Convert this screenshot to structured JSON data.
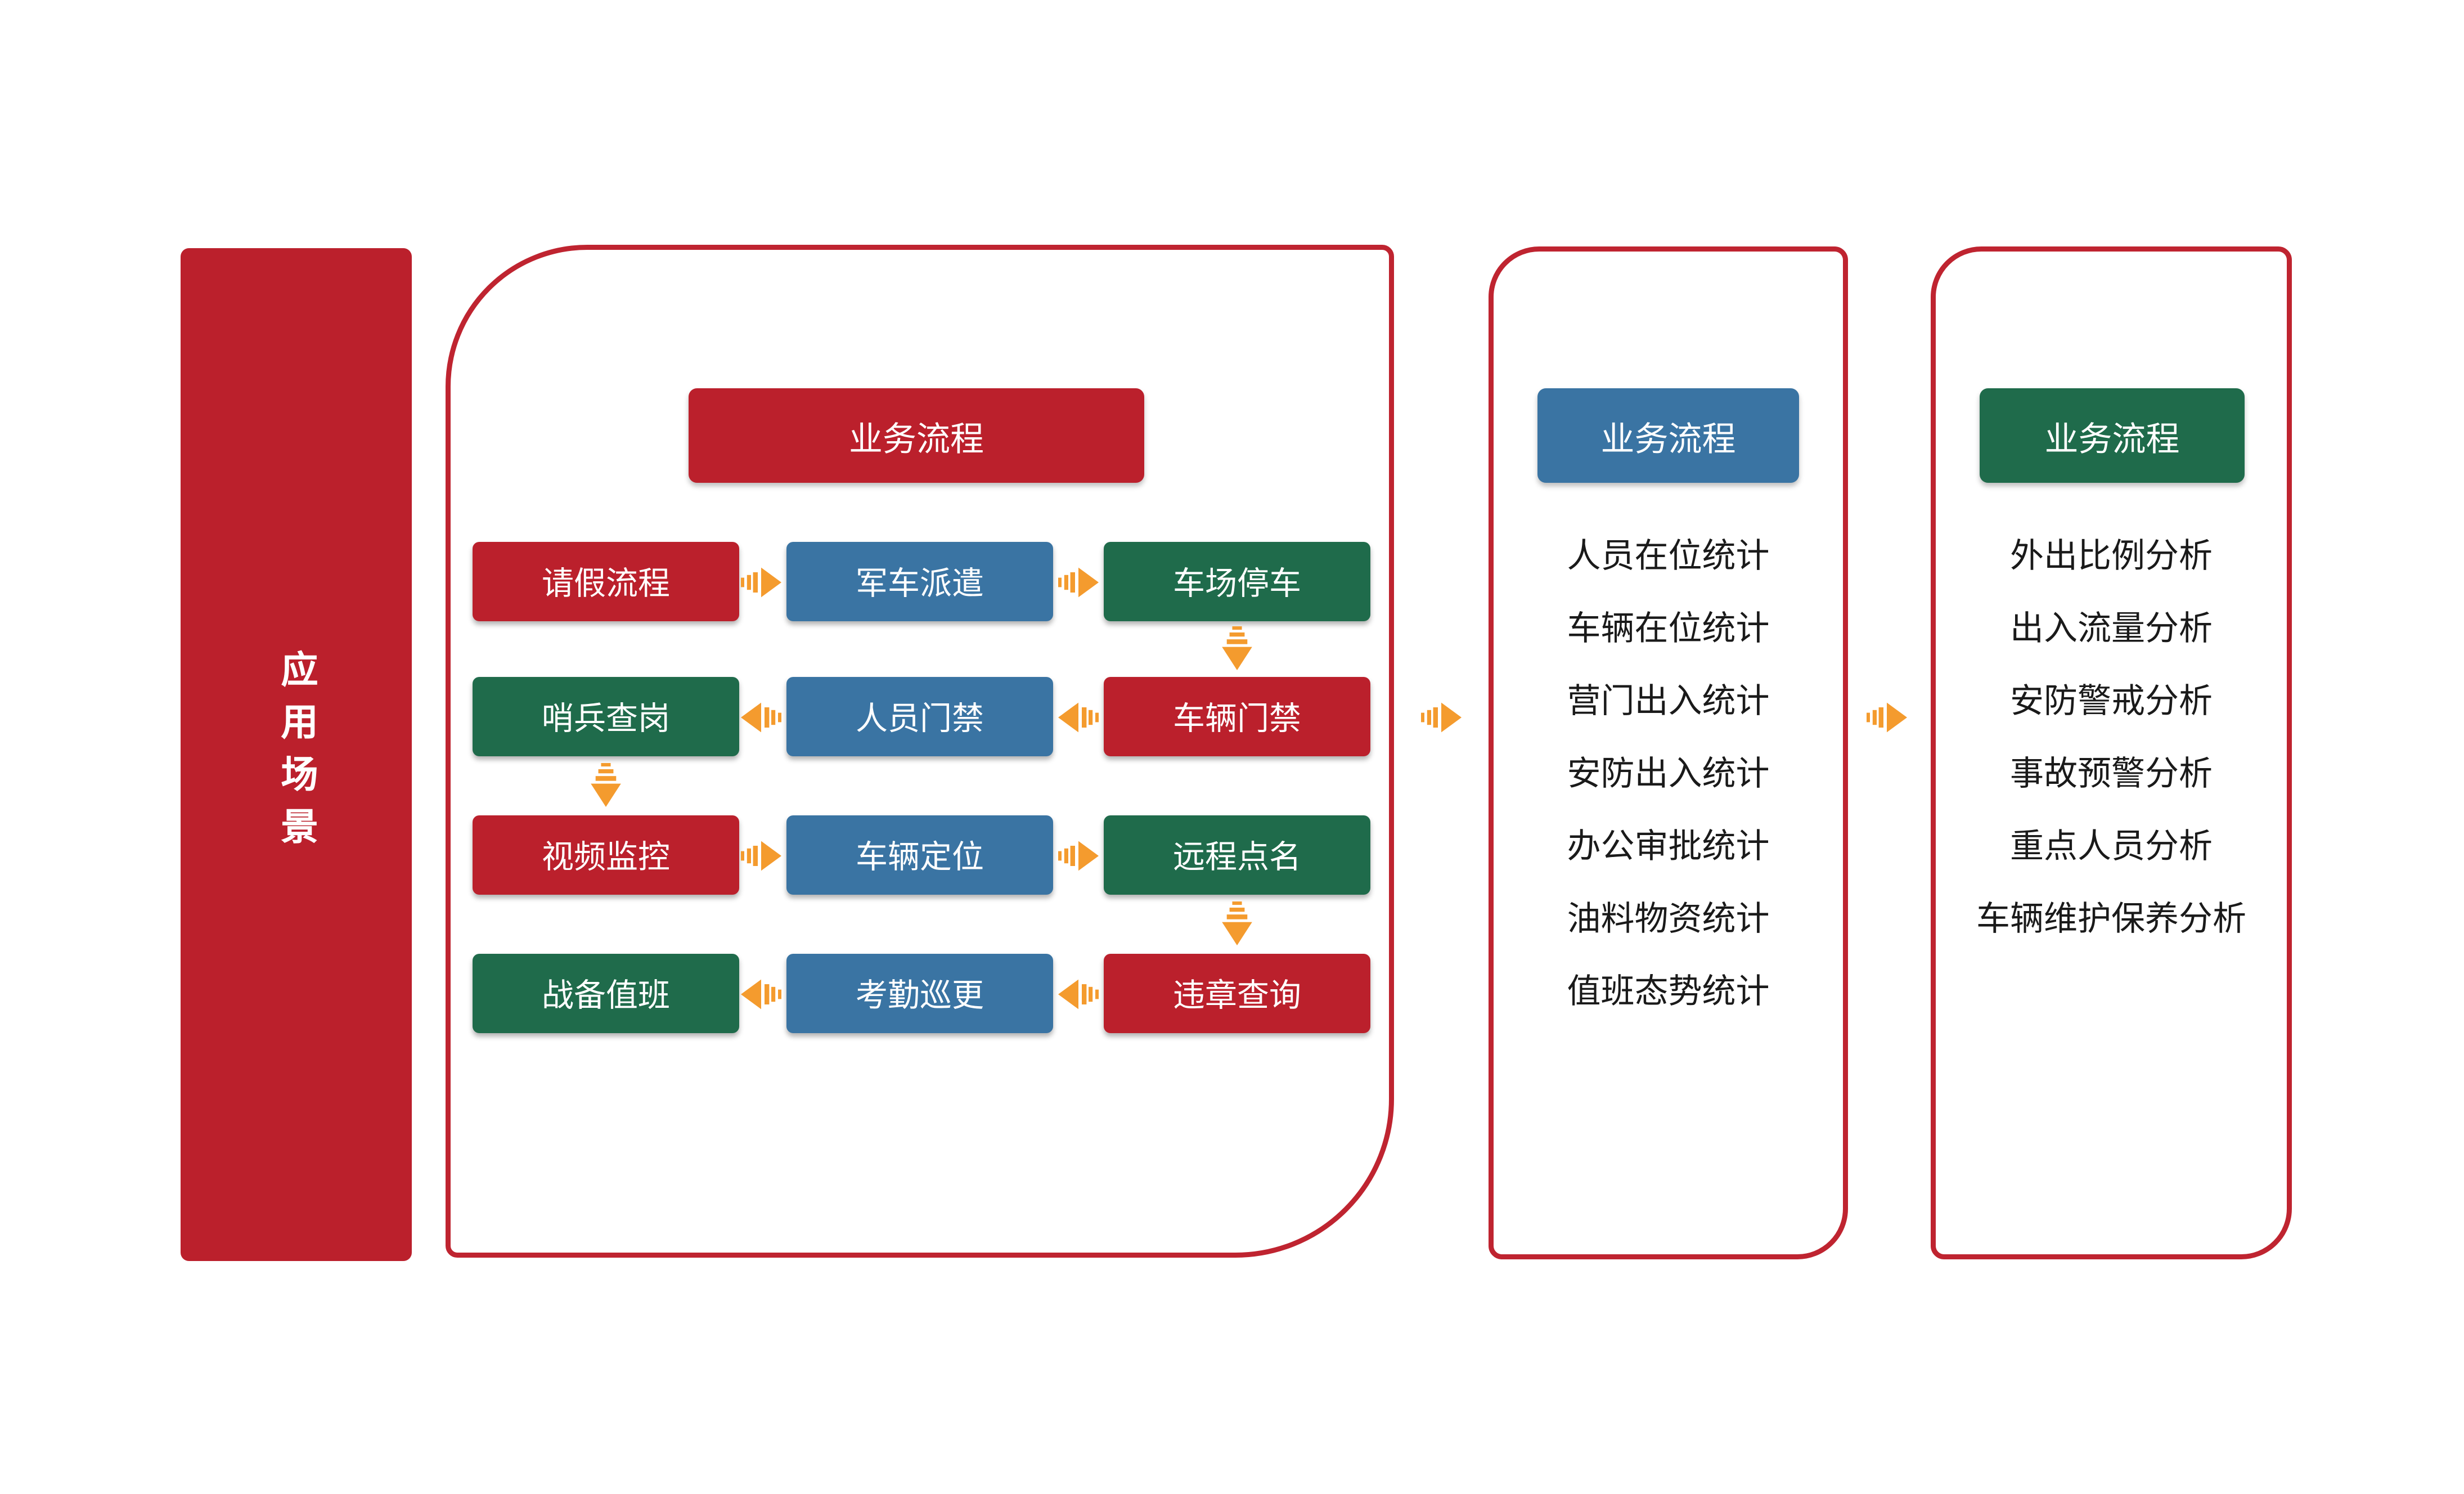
{
  "colors": {
    "red": "#bb202c",
    "green": "#1f6b4b",
    "blue": "#3a74a3",
    "orange": "#f49b2e",
    "border_red": "#bf2430",
    "text": "#1a1a1a",
    "white": "#ffffff"
  },
  "left_banner": {
    "title": "应用场景"
  },
  "panel1": {
    "header": "业务流程",
    "rows": [
      {
        "direction": "right",
        "cells": [
          {
            "label": "请假流程",
            "color": "red"
          },
          {
            "label": "军车派遣",
            "color": "blue"
          },
          {
            "label": "车场停车",
            "color": "green"
          }
        ]
      },
      {
        "direction": "left",
        "cells": [
          {
            "label": "哨兵查岗",
            "color": "green"
          },
          {
            "label": "人员门禁",
            "color": "blue"
          },
          {
            "label": "车辆门禁",
            "color": "red"
          }
        ]
      },
      {
        "direction": "right",
        "cells": [
          {
            "label": "视频监控",
            "color": "red"
          },
          {
            "label": "车辆定位",
            "color": "blue"
          },
          {
            "label": "远程点名",
            "color": "green"
          }
        ]
      },
      {
        "direction": "left",
        "cells": [
          {
            "label": "战备值班",
            "color": "green"
          },
          {
            "label": "考勤巡更",
            "color": "blue"
          },
          {
            "label": "违章查询",
            "color": "red"
          }
        ]
      }
    ]
  },
  "panel2": {
    "header": "业务流程",
    "items": [
      "人员在位统计",
      "车辆在位统计",
      "营门出入统计",
      "安防出入统计",
      "办公审批统计",
      "油料物资统计",
      "值班态势统计"
    ]
  },
  "panel3": {
    "header": "业务流程",
    "items": [
      "外出比例分析",
      "出入流量分析",
      "安防警戒分析",
      "事故预警分析",
      "重点人员分析",
      "车辆维护保养分析"
    ]
  }
}
